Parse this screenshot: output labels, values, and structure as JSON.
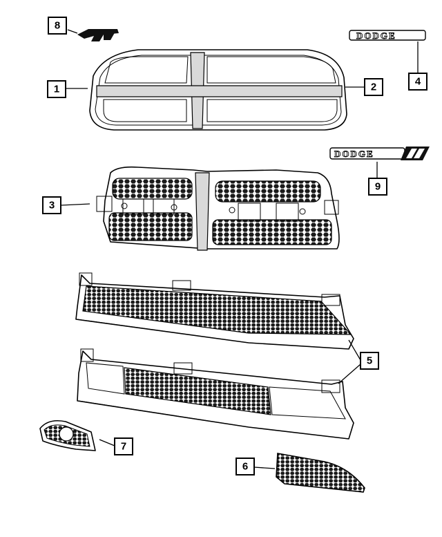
{
  "callouts": {
    "c1": "1",
    "c2": "2",
    "c3": "3",
    "c4": "4",
    "c5": "5",
    "c6": "6",
    "c7": "7",
    "c8": "8",
    "c9": "9"
  },
  "badges": {
    "nameplate_upper": "DODGE",
    "nameplate_lower": "DODGE"
  }
}
